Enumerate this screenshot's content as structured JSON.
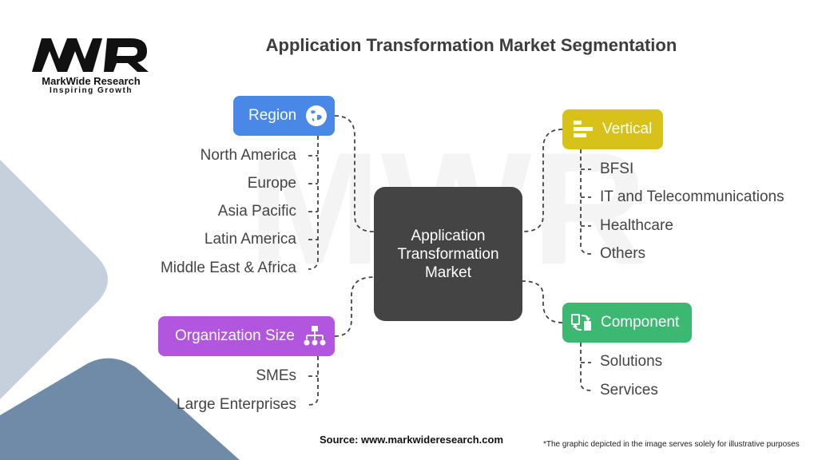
{
  "brand": {
    "name": "MarkWide Research",
    "tagline": "Inspiring Growth",
    "logo_text": "MWR"
  },
  "title": "Application Transformation Market Segmentation",
  "center": "Application Transformation Market",
  "colors": {
    "region": "#4a88e8",
    "vertical": "#d8c21a",
    "organization": "#b256e0",
    "component": "#3db873",
    "center": "#444444"
  },
  "segments": {
    "region": {
      "label": "Region",
      "icon": "globe-icon",
      "items": [
        "North America",
        "Europe",
        "Asia Pacific",
        "Latin America",
        "Middle East & Africa"
      ]
    },
    "vertical": {
      "label": "Vertical",
      "icon": "bars-icon",
      "items": [
        "BFSI",
        "IT and Telecommunications",
        "Healthcare",
        "Others"
      ]
    },
    "organization": {
      "label": "Organization Size",
      "icon": "hierarchy-icon",
      "items": [
        "SMEs",
        "Large Enterprises"
      ]
    },
    "component": {
      "label": "Component",
      "icon": "exchange-icon",
      "items": [
        "Solutions",
        "Services"
      ]
    }
  },
  "footer": {
    "source": "Source: www.markwideresearch.com",
    "disclaimer": "*The graphic depicted in the image serves solely for illustrative purposes"
  }
}
